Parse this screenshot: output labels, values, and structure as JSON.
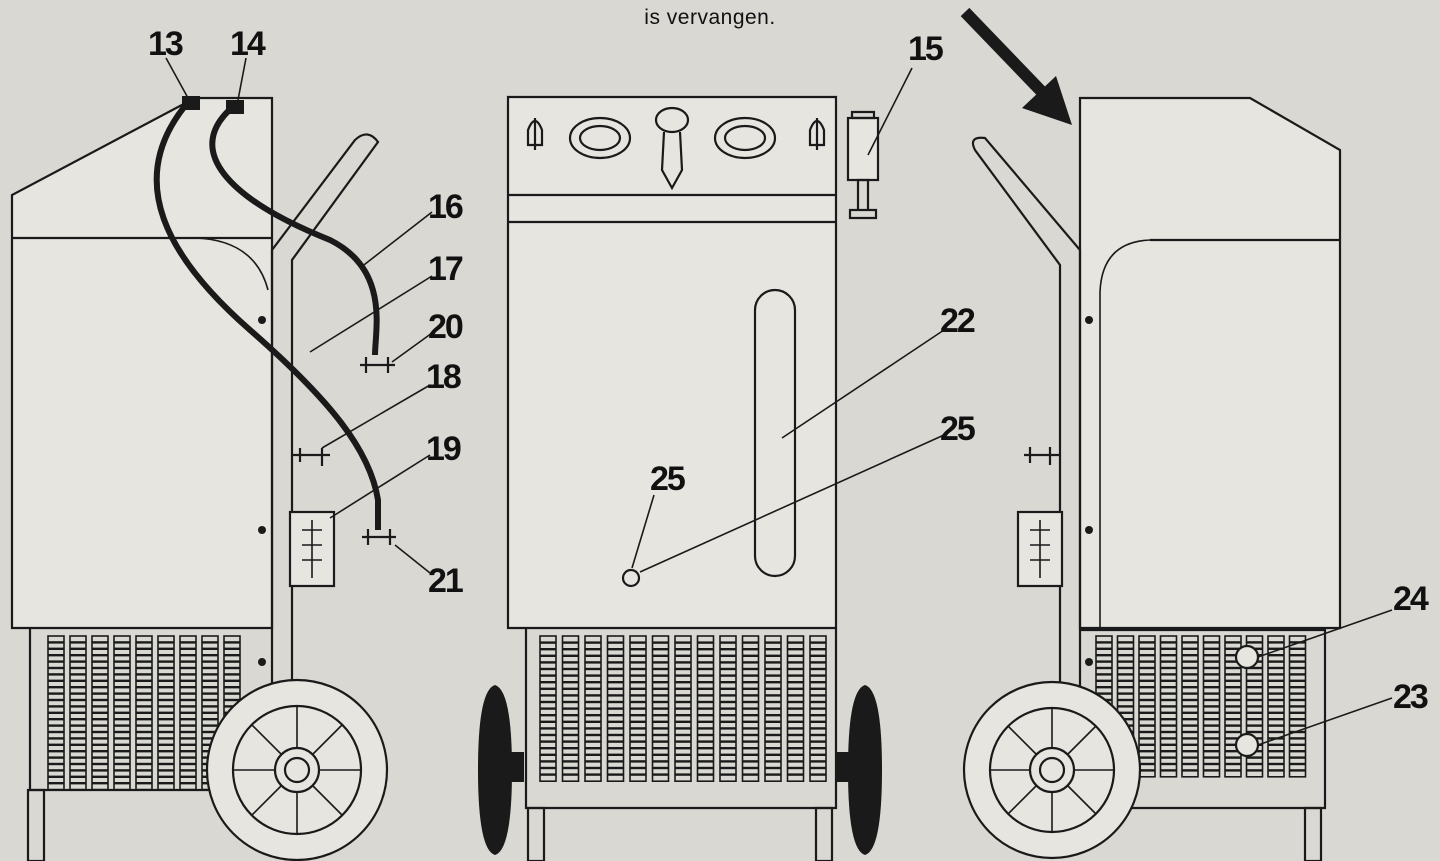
{
  "caption": "is vervangen.",
  "colors": {
    "background": "#d9d8d3",
    "ink": "#1a1a1a",
    "panel": "#e6e5e0"
  },
  "callouts": [
    "13",
    "14",
    "15",
    "16",
    "17",
    "18",
    "19",
    "20",
    "21",
    "22",
    "23",
    "24",
    "25"
  ],
  "callout_labels": {
    "c13": "13",
    "c14": "14",
    "c15": "15",
    "c16": "16",
    "c17": "17",
    "c18": "18",
    "c19": "19",
    "c20": "20",
    "c21": "21",
    "c22": "22",
    "c23": "23",
    "c24": "24",
    "c25a": "25",
    "c25b": "25"
  }
}
